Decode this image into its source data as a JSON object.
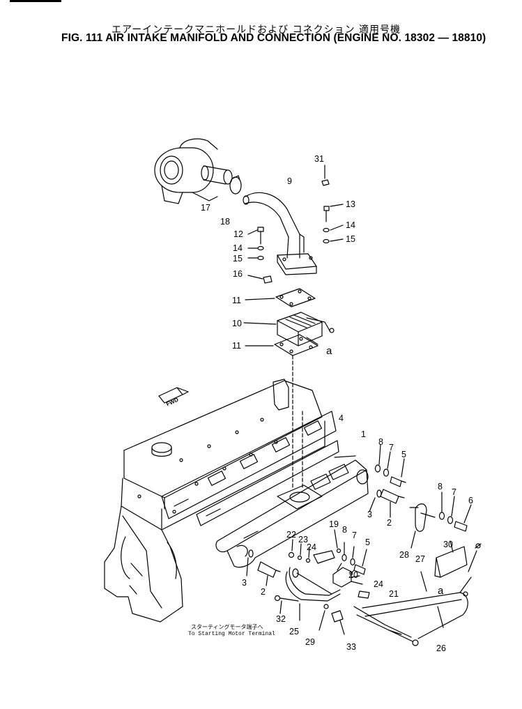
{
  "title": {
    "japanese": "エアーインテークマニホールドおよび コネクション 適用号機",
    "english": "FIG. 111  AIR INTAKE MANIFOLD AND CONNECTION (ENGINE NO. 18302 — 18810)"
  },
  "caption": {
    "japanese": "スターティングモータ端子へ",
    "english": "To Starting Motor Terminal"
  },
  "fwd_label": "FWD",
  "callouts": {
    "c31": "31",
    "c9": "9",
    "c13": "13",
    "c14a": "14",
    "c15a": "15",
    "c17": "17",
    "c18": "18",
    "c12": "12",
    "c14b": "14",
    "c15b": "15",
    "c16": "16",
    "c11a": "11",
    "c10": "10",
    "c11b": "11",
    "ca1": "a",
    "c4": "4",
    "c1": "1",
    "c8a": "8",
    "c7a": "7",
    "c5a": "5",
    "c8b": "8",
    "c7b": "7",
    "c6": "6",
    "c3a": "3",
    "c2a": "2",
    "c19": "19",
    "c8c": "8",
    "c7c": "7",
    "c5b": "5",
    "c22": "22",
    "c23": "23",
    "c24a": "24",
    "c28": "28",
    "c30": "30",
    "c27": "27",
    "c20": "20",
    "c24b": "24",
    "c3b": "3",
    "c21": "21",
    "ca2": "a",
    "c2b": "2",
    "c32": "32",
    "c25": "25",
    "c29": "29",
    "c33": "33",
    "c26": "26"
  }
}
